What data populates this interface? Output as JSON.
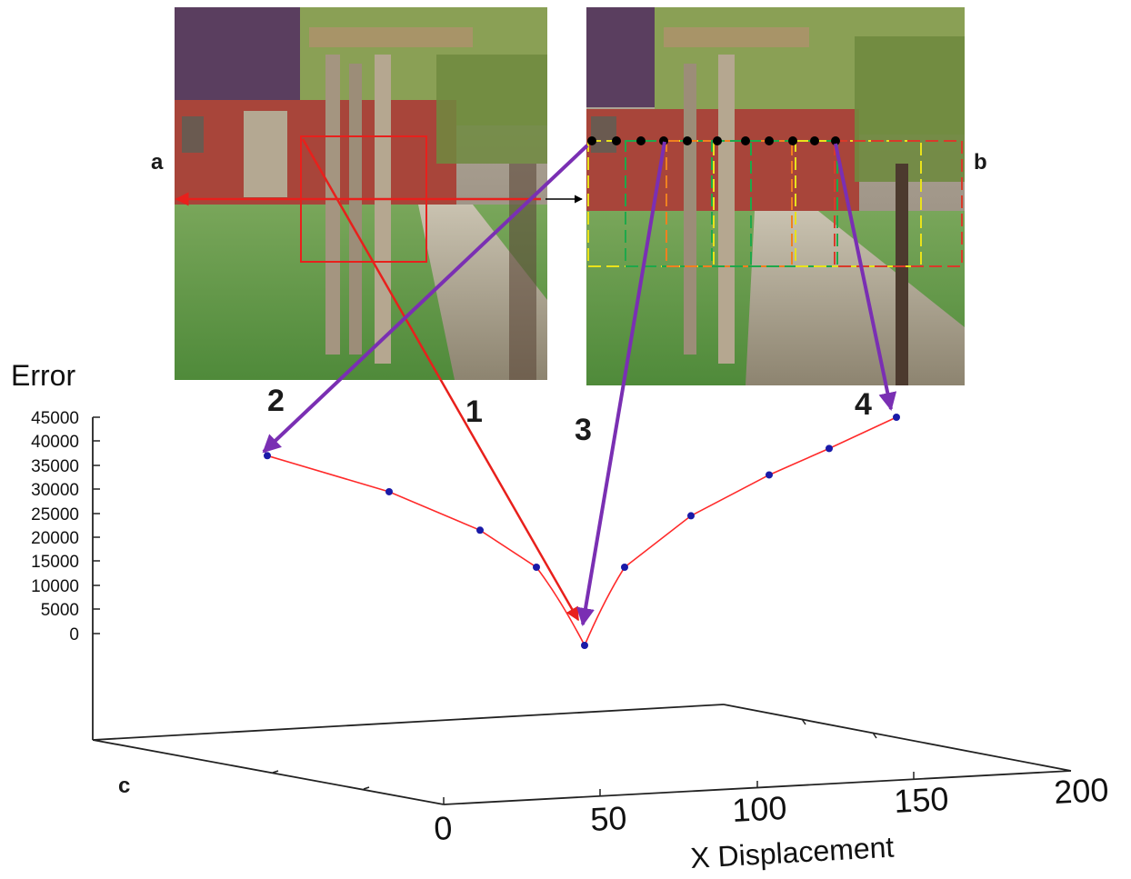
{
  "labels": {
    "a": "a",
    "b": "b",
    "c": "c"
  },
  "arrow_numbers": [
    "1",
    "2",
    "3",
    "4"
  ],
  "chart_data": {
    "type": "line",
    "title": "",
    "ylabel": "Error",
    "xlabel": "X Displacement",
    "ylim": [
      0,
      45000
    ],
    "y_ticks": [
      "45000",
      "40000",
      "35000",
      "30000",
      "25000",
      "20000",
      "15000",
      "10000",
      "5000",
      "0"
    ],
    "x_ticks": [
      "0",
      "50",
      "100",
      "150",
      "200"
    ],
    "series": [
      {
        "values": [
          37000,
          29500,
          21500,
          13800,
          0,
          13800,
          24500,
          33000,
          38500,
          45000
        ]
      }
    ]
  },
  "colors": {
    "curve": "#ff2a2a",
    "points": "#1a1aa8",
    "red_arrow": "#e8201c",
    "purple_arrow": "#7a2fb3",
    "dots": "#000000"
  }
}
